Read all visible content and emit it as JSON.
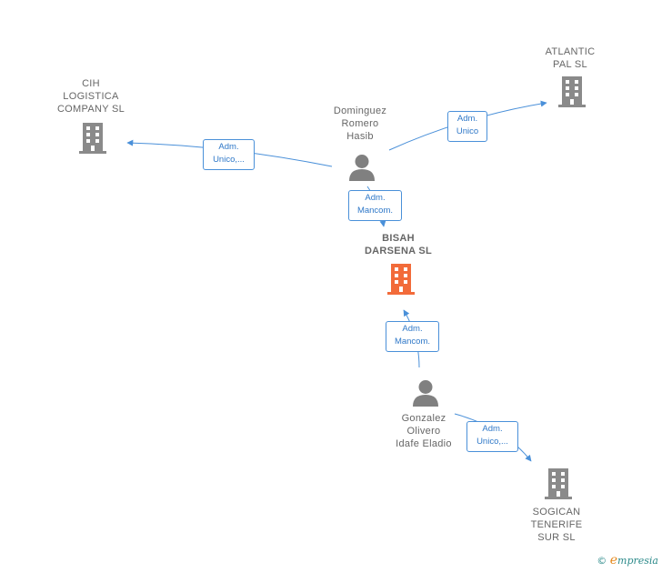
{
  "colors": {
    "company": "#8a8a8a",
    "focus_company": "#f26b3a",
    "person": "#808080",
    "edge": "#4a90d9",
    "edge_text": "#2f78c8"
  },
  "nodes": {
    "cih": {
      "type": "company",
      "lines": [
        "CIH",
        "LOGISTICA",
        "COMPANY  SL"
      ]
    },
    "atlantic": {
      "type": "company",
      "lines": [
        "ATLANTIC",
        "PAL  SL"
      ]
    },
    "bisah": {
      "type": "company-focus",
      "lines": [
        "BISAH",
        "DARSENA  SL"
      ]
    },
    "sogican": {
      "type": "company",
      "lines": [
        "SOGICAN",
        "TENERIFE",
        "SUR  SL"
      ]
    },
    "dominguez": {
      "type": "person",
      "lines": [
        "Dominguez",
        "Romero",
        "Hasib"
      ]
    },
    "gonzalez": {
      "type": "person",
      "lines": [
        "Gonzalez",
        "Olivero",
        "Idafe Eladio"
      ]
    }
  },
  "edges": {
    "dominguez_cih": {
      "lines": [
        "Adm.",
        "Unico,..."
      ]
    },
    "dominguez_atlantic": {
      "lines": [
        "Adm.",
        "Unico"
      ]
    },
    "dominguez_bisah": {
      "lines": [
        "Adm.",
        "Mancom."
      ]
    },
    "gonzalez_bisah": {
      "lines": [
        "Adm.",
        "Mancom."
      ]
    },
    "gonzalez_sogican": {
      "lines": [
        "Adm.",
        "Unico,..."
      ]
    }
  },
  "credit": {
    "copyright": "©",
    "brand_initial": "e",
    "brand_rest": "mpresia"
  }
}
